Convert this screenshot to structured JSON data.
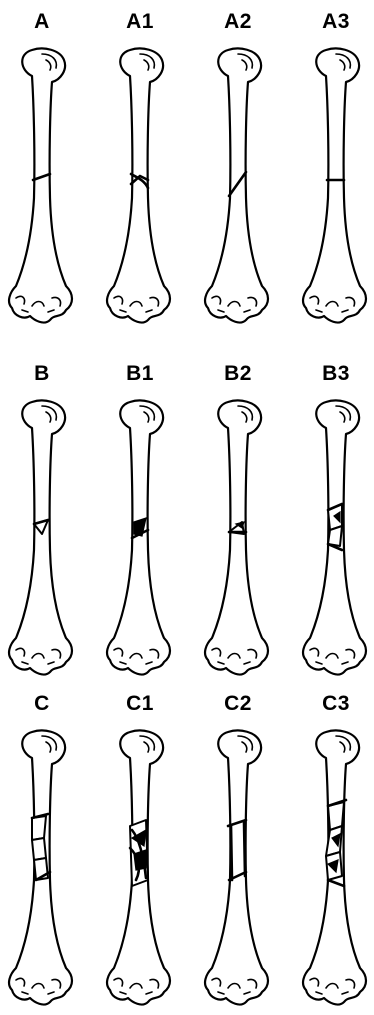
{
  "figure": {
    "rows": [
      {
        "group": "A",
        "panels": [
          {
            "label": "A",
            "fracture": "transverse-simple"
          },
          {
            "label": "A1",
            "fracture": "spiral"
          },
          {
            "label": "A2",
            "fracture": "oblique"
          },
          {
            "label": "A3",
            "fracture": "transverse"
          }
        ]
      },
      {
        "group": "B",
        "panels": [
          {
            "label": "B",
            "fracture": "wedge"
          },
          {
            "label": "B1",
            "fracture": "spiral-wedge"
          },
          {
            "label": "B2",
            "fracture": "bending-wedge"
          },
          {
            "label": "B3",
            "fracture": "fragmented-wedge"
          }
        ]
      },
      {
        "group": "C",
        "panels": [
          {
            "label": "C",
            "fracture": "complex"
          },
          {
            "label": "C1",
            "fracture": "complex-spiral"
          },
          {
            "label": "C2",
            "fracture": "complex-segmental"
          },
          {
            "label": "C3",
            "fracture": "complex-irregular"
          }
        ]
      }
    ],
    "colors": {
      "background": "#ffffff",
      "ink": "#000000"
    },
    "icon": "humerus-bone-drawing"
  }
}
